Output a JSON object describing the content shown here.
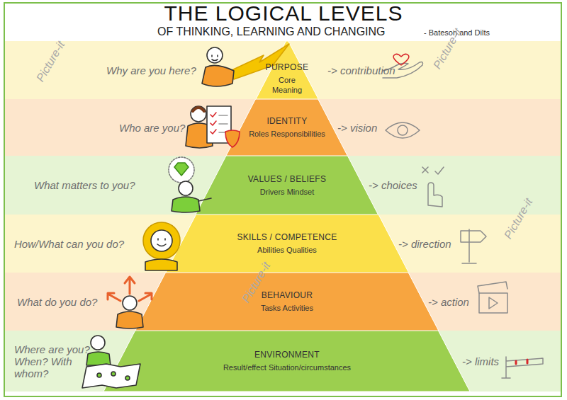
{
  "diagram": {
    "title": "THE LOGICAL LEVELS",
    "nodes": [
      {
        "text": [
          "Why are you here?",
          "-> contribution"
        ]
      },
      {
        "text": [
          "PURPOSE",
          "Core Meaning"
        ],
        "in": 0
      },
      {
        "text": [
          "Who are you?",
          "-> vision"
        ]
      },
      {
        "text": [
          "IDENTITY",
          "Roles Responsibilities"
        ],
        "in": 2
      },
      {
        "text": [
          "What matters to you?",
          "-> choices"
        ]
      },
      {
        "text": [
          "VALUES / BELIEFS",
          "Drivers Mindset"
        ],
        "in": 4
      },
      {
        "text": [
          "How/What can you do?",
          "-> direction"
        ]
      },
      {
        "text": [
          "SKILLS / COMPETENCE",
          "Abilities Qualities"
        ],
        "in": 6
      },
      {
        "text": [
          "What do you do?",
          "-> action"
        ]
      },
      {
        "text": [
          "BEHAVIOUR",
          "Tasks Activities"
        ],
        "in": 8
      },
      {
        "text": [
          "Where are you? When? With whom?",
          "-> limits"
        ]
      },
      {
        "text": [
          "ENVIRONMENT",
          "Result/effect Situation/circumstances"
        ],
        "in": 10
      }
    ],
    "labels": [
      "OF THINKING, LEARNING AND CHANGING",
      "- Bateson and Dilts",
      "Picture-it",
      "Picture-it",
      "Picture-it",
      "Picture-it"
    ]
  }
}
